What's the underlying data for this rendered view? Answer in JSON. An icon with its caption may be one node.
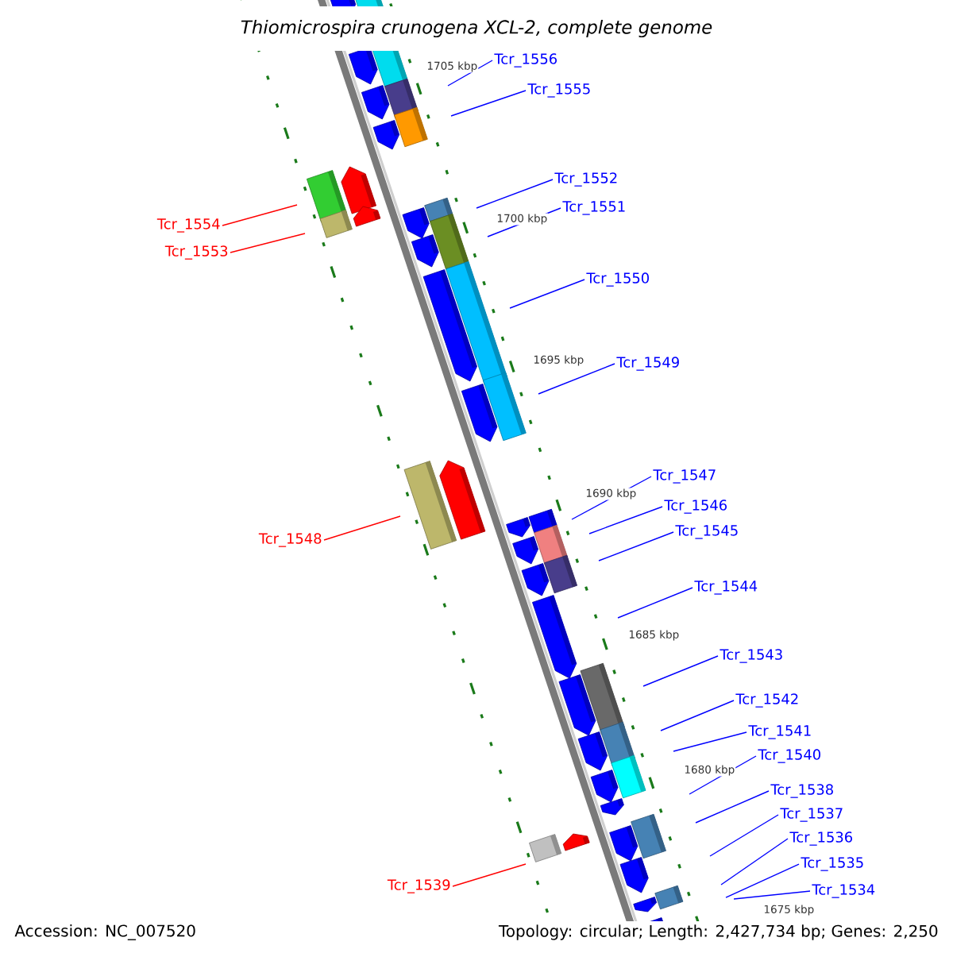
{
  "diagram": {
    "title": "Thiomicrospira crunogena XCL-2, complete genome",
    "nodes": [
      {
        "text": [
          "Tcr_1556"
        ]
      },
      {
        "text": [
          "Tcr_1555"
        ]
      },
      {
        "text": [
          "Tcr_1552"
        ]
      },
      {
        "text": [
          "Tcr_1551"
        ]
      },
      {
        "text": [
          "Tcr_1554"
        ]
      },
      {
        "text": [
          "Tcr_1553"
        ]
      },
      {
        "text": [
          "Tcr_1550"
        ]
      },
      {
        "text": [
          "Tcr_1549"
        ]
      },
      {
        "text": [
          "Tcr_1547"
        ]
      },
      {
        "text": [
          "Tcr_1546"
        ]
      },
      {
        "text": [
          "Tcr_1545"
        ]
      },
      {
        "text": [
          "Tcr_1548"
        ]
      },
      {
        "text": [
          "Tcr_1544"
        ]
      },
      {
        "text": [
          "Tcr_1543"
        ]
      },
      {
        "text": [
          "Tcr_1542"
        ]
      },
      {
        "text": [
          "Tcr_1541"
        ]
      },
      {
        "text": [
          "Tcr_1540"
        ]
      },
      {
        "text": [
          "Tcr_1538"
        ]
      },
      {
        "text": [
          "Tcr_1537"
        ]
      },
      {
        "text": [
          "Tcr_1536"
        ]
      },
      {
        "text": [
          "Tcr_1535"
        ]
      },
      {
        "text": [
          "Tcr_1539"
        ]
      },
      {
        "text": [
          "Tcr_1534"
        ]
      }
    ],
    "edges": [
      {
        "from": 0,
        "to": null,
        "arrow": "none"
      },
      {
        "from": 1,
        "to": null,
        "arrow": "none"
      },
      {
        "from": 2,
        "to": null,
        "arrow": "none"
      },
      {
        "from": 3,
        "to": null,
        "arrow": "none"
      },
      {
        "from": 4,
        "to": null,
        "arrow": "none",
        "color": "#ff0000"
      },
      {
        "from": 5,
        "to": null,
        "arrow": "none",
        "color": "#ff0000"
      },
      {
        "from": 6,
        "to": null,
        "arrow": "none"
      },
      {
        "from": 7,
        "to": null,
        "arrow": "none"
      },
      {
        "from": 8,
        "to": null,
        "arrow": "none"
      },
      {
        "from": 9,
        "to": null,
        "arrow": "none"
      },
      {
        "from": 10,
        "to": null,
        "arrow": "none"
      },
      {
        "from": 11,
        "to": null,
        "arrow": "none",
        "color": "#ff0000"
      },
      {
        "from": 12,
        "to": null,
        "arrow": "none"
      },
      {
        "from": 13,
        "to": null,
        "arrow": "none"
      },
      {
        "from": 14,
        "to": null,
        "arrow": "none"
      },
      {
        "from": 15,
        "to": null,
        "arrow": "none"
      },
      {
        "from": 16,
        "to": null,
        "arrow": "none"
      },
      {
        "from": 17,
        "to": null,
        "arrow": "none"
      },
      {
        "from": 18,
        "to": null,
        "arrow": "none"
      },
      {
        "from": 19,
        "to": null,
        "arrow": "none"
      },
      {
        "from": 20,
        "to": null,
        "arrow": "none"
      },
      {
        "from": 21,
        "to": null,
        "arrow": "none",
        "color": "#ff0000"
      },
      {
        "from": 22,
        "to": null,
        "arrow": "none"
      }
    ],
    "labels": [
      "1705 kbp",
      "1700 kbp",
      "1695 kbp",
      "1690 kbp",
      "1685 kbp",
      "1680 kbp",
      "1675 kbp",
      "Accession: NC_007520",
      "Topology: circular; Length: 2,427,734 bp; Genes: 2,250"
    ]
  }
}
